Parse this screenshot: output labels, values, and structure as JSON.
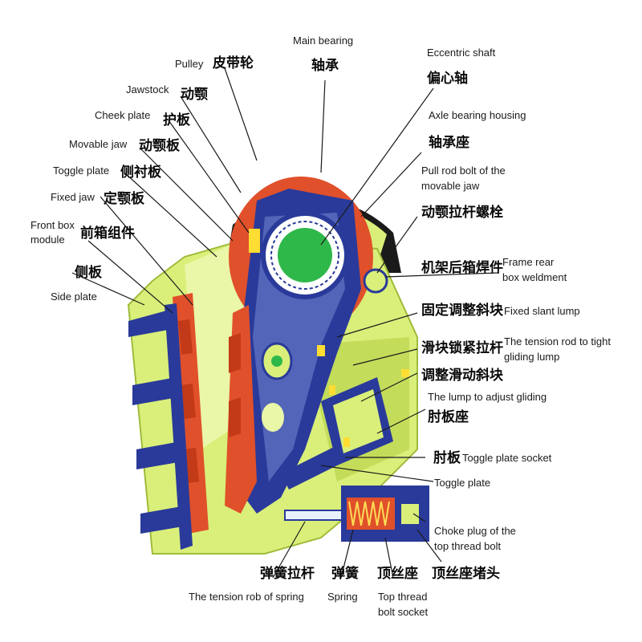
{
  "labels": {
    "main_bearing": {
      "en": "Main bearing",
      "zh": "轴承"
    },
    "pulley": {
      "en": "Pulley",
      "zh": "皮带轮"
    },
    "eccentric_shaft": {
      "en": "Eccentric shaft",
      "zh": "偏心轴"
    },
    "jawstock": {
      "en": "Jawstock",
      "zh": "动颚"
    },
    "cheek_plate": {
      "en": "Cheek plate",
      "zh": "护板"
    },
    "axle_bearing_housing": {
      "en": "Axle bearing housing",
      "zh": "轴承座"
    },
    "movable_jaw": {
      "en": "Movable jaw",
      "zh": "动颚板"
    },
    "toggle_plate_side": {
      "en": "Toggle plate",
      "zh": "侧衬板"
    },
    "pull_rod_bolt": {
      "en1": "Pull rod bolt of the",
      "en2": "movable jaw",
      "zh": "动颚拉杆螺栓"
    },
    "fixed_jaw": {
      "en": "Fixed jaw",
      "zh": "定颚板"
    },
    "front_box": {
      "en1": "Front box",
      "en2": "module",
      "zh": "前箱组件"
    },
    "side_plate": {
      "en": "Side plate",
      "zh": "侧板"
    },
    "frame_rear": {
      "en1": "Frame rear",
      "en2": "box weldment",
      "zh": "机架后箱焊件"
    },
    "fixed_slant": {
      "en": "Fixed slant lump",
      "zh": "固定调整斜块"
    },
    "tension_rod_gliding": {
      "en1": "The tension rod to tight",
      "en2": "gliding lump",
      "zh": "滑块锁紧拉杆"
    },
    "adjust_gliding": {
      "en": "The lump to adjust gliding",
      "zh": "调整滑动斜块"
    },
    "toggle_seat": {
      "zh": "肘板座"
    },
    "toggle_plate_socket": {
      "en": "Toggle plate socket",
      "zh": "肘板"
    },
    "toggle_plate": {
      "en": "Toggle plate"
    },
    "choke_plug": {
      "en1": "Choke plug of the",
      "en2": "top thread bolt",
      "zh": "顶丝座堵头"
    },
    "tension_rob_spring": {
      "en": "The tension rob of spring",
      "zh": "弹簧拉杆"
    },
    "spring": {
      "en": "Spring",
      "zh": "弹簧"
    },
    "top_thread_socket": {
      "en1": "Top thread",
      "en2": "bolt socket",
      "zh": "顶丝座"
    }
  },
  "colors": {
    "frame_green": "#d9ef7a",
    "frame_dark": "#b6d04e",
    "navy": "#2a3a9a",
    "orange": "#e0502a",
    "bearing_green": "#2fb84a",
    "pulley_black": "#1a1a1a"
  }
}
